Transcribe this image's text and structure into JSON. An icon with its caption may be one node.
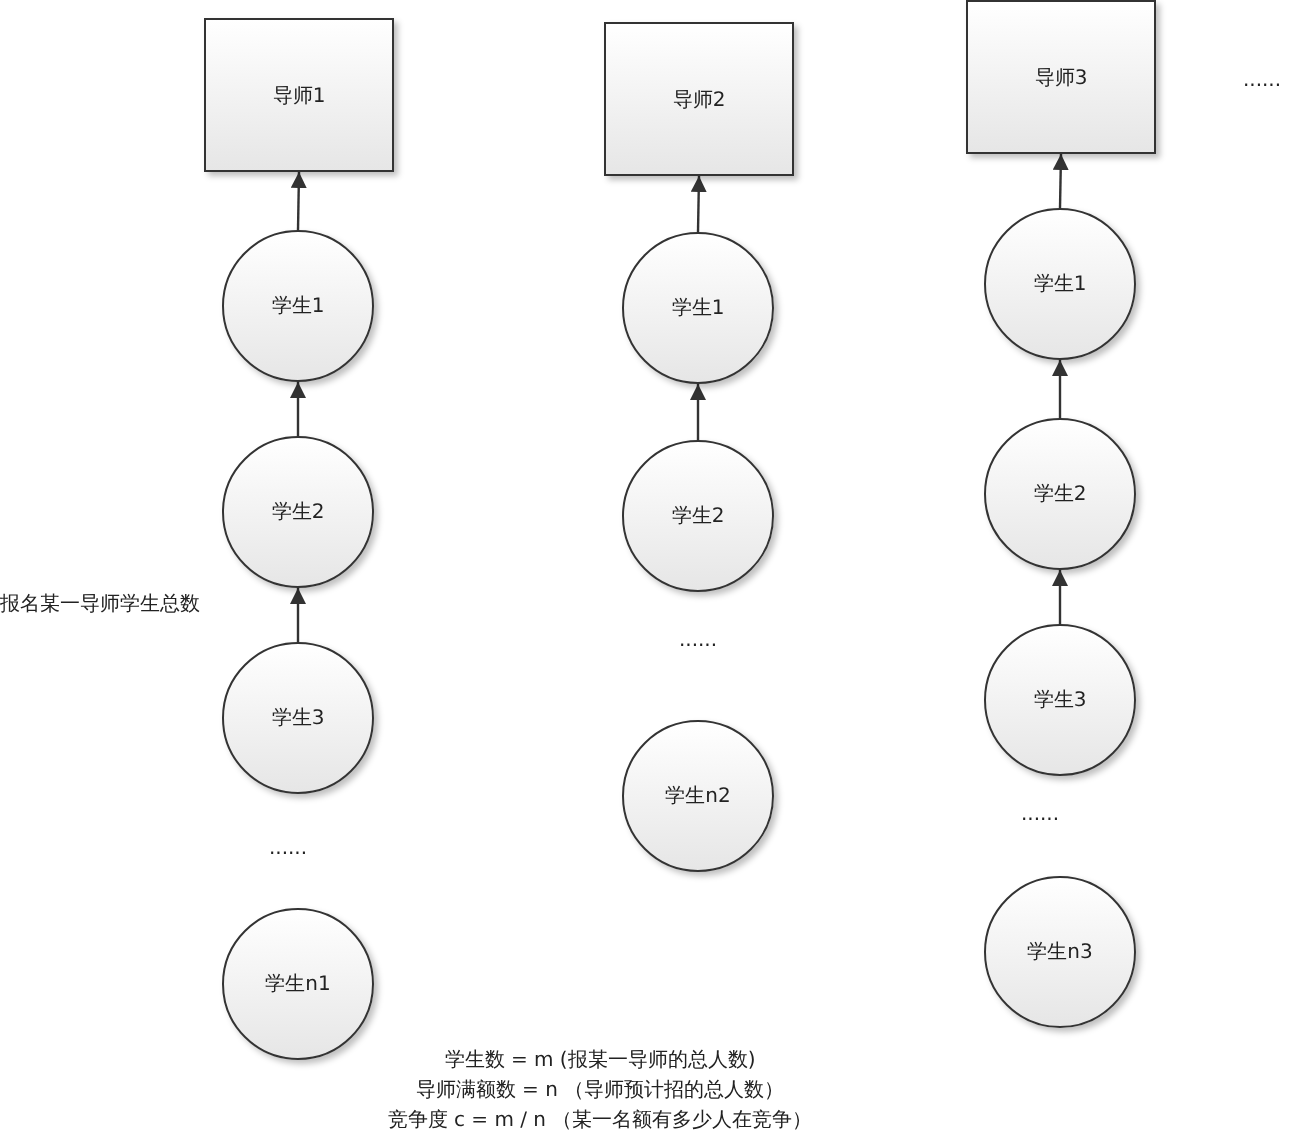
{
  "diagram": {
    "nodes": [
      {
        "text": [
          "导师1"
        ]
      },
      {
        "text": [
          "学生1"
        ]
      },
      {
        "text": [
          "学生2"
        ]
      },
      {
        "text": [
          "学生3"
        ]
      },
      {
        "text": [
          "学生n1"
        ]
      },
      {
        "text": [
          "导师2"
        ]
      },
      {
        "text": [
          "学生1"
        ]
      },
      {
        "text": [
          "学生2"
        ]
      },
      {
        "text": [
          "学生n2"
        ]
      },
      {
        "text": [
          "导师3"
        ]
      },
      {
        "text": [
          "学生1"
        ]
      },
      {
        "text": [
          "学生2"
        ]
      },
      {
        "text": [
          "学生3"
        ]
      },
      {
        "text": [
          "学生n3"
        ]
      }
    ],
    "edges": [
      {
        "from": 1,
        "to": 0,
        "arrow": "to"
      },
      {
        "from": 2,
        "to": 1,
        "arrow": "to"
      },
      {
        "from": 3,
        "to": 2,
        "arrow": "to"
      },
      {
        "from": 6,
        "to": 5,
        "arrow": "to"
      },
      {
        "from": 7,
        "to": 6,
        "arrow": "to"
      },
      {
        "from": 10,
        "to": 9,
        "arrow": "to"
      },
      {
        "from": 11,
        "to": 10,
        "arrow": "to"
      },
      {
        "from": 12,
        "to": 11,
        "arrow": "to"
      }
    ],
    "labels": [
      "......",
      "报名某一导师学生总数",
      "......",
      "......",
      "......",
      "学生数 = m  (报某一导师的总人数)",
      "导师满额数 = n （导师预计招的总人数）",
      "竞争度 c = m / n  （某一名额有多少人在竞争）"
    ]
  }
}
